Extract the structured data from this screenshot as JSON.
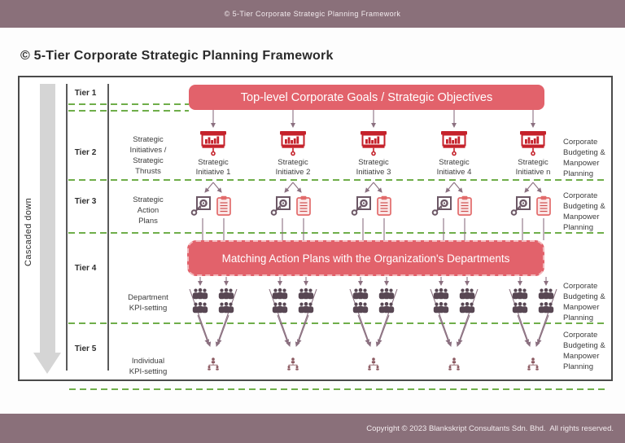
{
  "header_bar": {
    "title": "© 5-Tier Corporate Strategic Planning Framework"
  },
  "page": {
    "title": "© 5-Tier Corporate Strategic Planning Framework"
  },
  "footer_bar": {
    "text": "Copyright © 2023 Blankskript Consultants Sdn. Bhd.  All rights reserved."
  },
  "colors": {
    "bar_mauve": "#8a707a",
    "banner_red": "#e2626b",
    "dash_green": "#6fae4a",
    "connector_plum": "#8b7080",
    "icon_red": "#c5222b",
    "clipboard_red": "#e26b6b",
    "crowd_dark": "#584753",
    "org_icon": "#8c5a62",
    "cascade_gray": "#d5d5d5"
  },
  "icons": {
    "tier2": "presentation-chart-icon",
    "tier3_left": "target-actions-icon",
    "tier3_right": "checklist-clipboard-icon",
    "tier4": "team-group-icon",
    "tier5": "org-chart-icon",
    "cascade": "down-arrow-icon"
  },
  "diagram": {
    "cascade_label": "Cascaded down",
    "tiers": [
      "Tier 1",
      "Tier 2",
      "Tier 3",
      "Tier 4",
      "Tier 5"
    ],
    "row_labels": {
      "tier2": "Strategic\nInitiatives /\nStrategic\nThrusts",
      "tier3": "Strategic\nAction\nPlans",
      "department": "Department\nKPI-setting",
      "individual": "Individual\nKPI-setting"
    },
    "banner1": "Top-level Corporate Goals / Strategic Objectives",
    "banner2": "Matching Action Plans with the Organization's Departments",
    "right_label": "Corporate\nBudgeting &\nManpower\nPlanning",
    "columns": [
      {
        "label": "Strategic Initiative 1"
      },
      {
        "label": "Strategic Initiative 2"
      },
      {
        "label": "Strategic Initiative 3"
      },
      {
        "label": "Strategic Initiative 4"
      },
      {
        "label": "Strategic Initiative n"
      }
    ]
  }
}
